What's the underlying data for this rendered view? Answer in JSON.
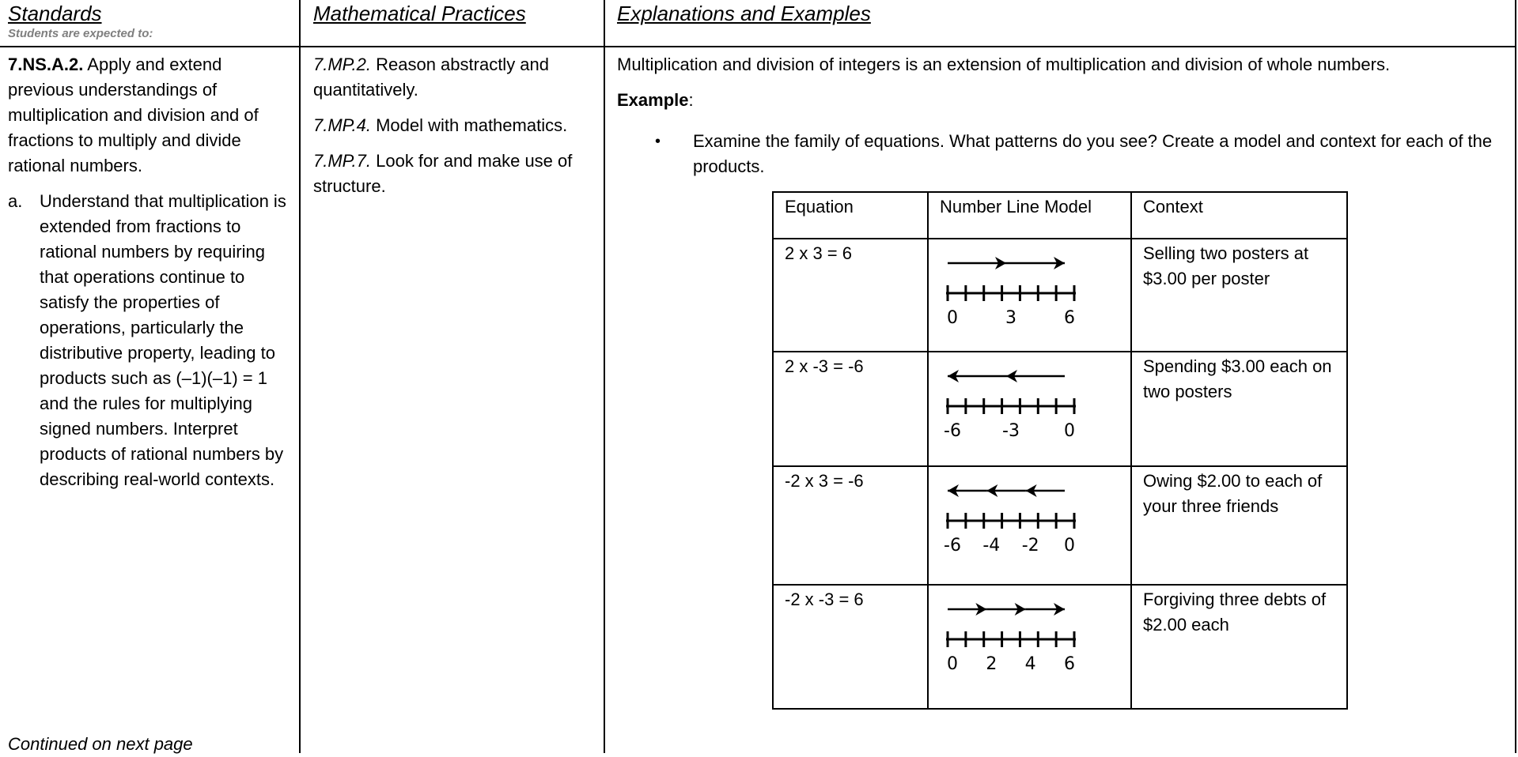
{
  "headers": {
    "standards": "Standards",
    "standards_sub": "Students are expected to:",
    "practices": "Mathematical Practices",
    "explanations": "Explanations and Examples"
  },
  "standards": {
    "code": "7.NS.A.2.",
    "intro": "Apply and extend previous understandings of multiplication and division and of fractions to multiply and divide rational numbers.",
    "item_a_marker": "a.",
    "item_a_text": "Understand that multiplication is extended from fractions to rational numbers by requiring that operations continue to satisfy the properties of operations, particularly the distributive property, leading to products such as (–1)(–1) = 1 and the rules for multiplying signed numbers. Interpret products of rational numbers by describing real-world contexts.",
    "continued": "Continued on next page"
  },
  "practices": [
    {
      "code": "7.MP.2.",
      "text": "Reason abstractly and quantitatively."
    },
    {
      "code": "7.MP.4.",
      "text": "Model with mathematics."
    },
    {
      "code": "7.MP.7.",
      "text": "Look for and make use of structure."
    }
  ],
  "explanations": {
    "intro": "Multiplication and division of integers is an extension of multiplication and division of whole numbers.",
    "example_label": "Example",
    "example_colon": ":",
    "bullet_symbol": "•",
    "bullet_text": "Examine the family of equations. What patterns do you see? Create a model and context for each of the products.",
    "table": {
      "headers": [
        "Equation",
        "Number Line Model",
        "Context"
      ],
      "rows": [
        {
          "equation": "2 x 3 = 6",
          "context": "Selling two posters at $3.00 per poster",
          "model": {
            "ticks": [
              "0",
              "3",
              "6"
            ],
            "arrows": 2,
            "direction": "right"
          }
        },
        {
          "equation": "2 x -3 = -6",
          "context": "Spending $3.00 each on two posters",
          "model": {
            "ticks": [
              "-6",
              "-3",
              "0"
            ],
            "arrows": 2,
            "direction": "left"
          }
        },
        {
          "equation": "-2 x 3 = -6",
          "context": "Owing $2.00 to each of your three friends",
          "model": {
            "ticks": [
              "-6",
              "-4",
              "-2",
              "0"
            ],
            "arrows": 3,
            "direction": "left"
          }
        },
        {
          "equation": "-2 x -3 = 6",
          "context": "Forgiving three debts of $2.00 each",
          "model": {
            "ticks": [
              "0",
              "2",
              "4",
              "6"
            ],
            "arrows": 3,
            "direction": "right"
          }
        }
      ]
    }
  }
}
